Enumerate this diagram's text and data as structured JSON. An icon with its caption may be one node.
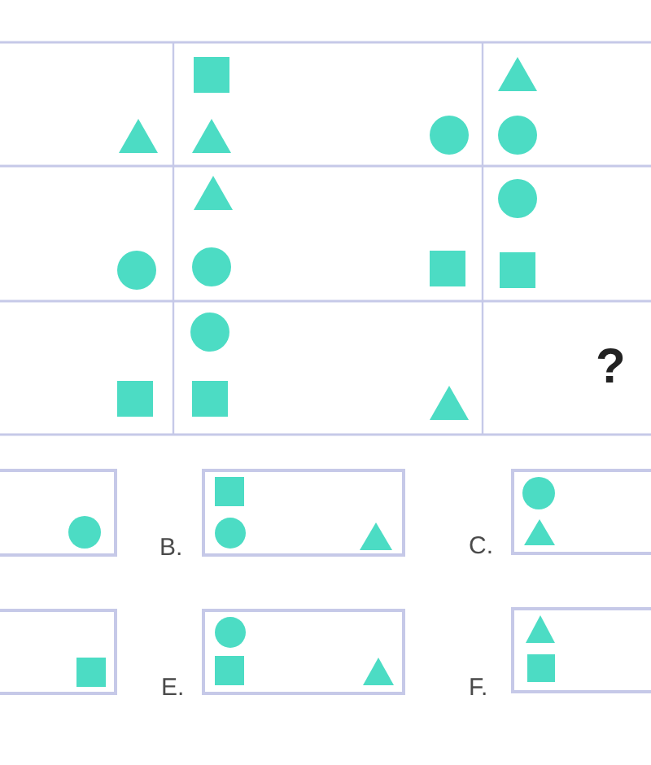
{
  "diagram": {
    "labels": [
      "?",
      "B.",
      "C.",
      "E.",
      "F."
    ]
  }
}
